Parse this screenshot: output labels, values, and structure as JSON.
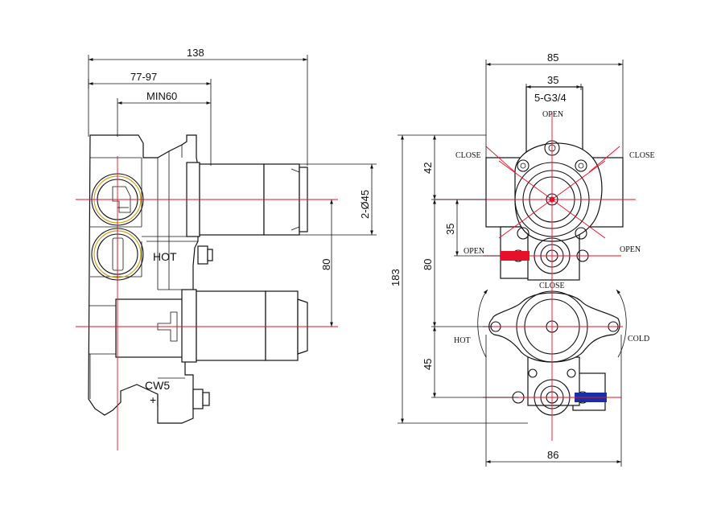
{
  "side_view": {
    "dimensions": {
      "overall_depth": "138",
      "adjust_range": "77-97",
      "min_depth": "MIN60",
      "shaft_diameter": "2-Ø45",
      "spindle_spacing": "80"
    },
    "labels": {
      "hot": "HOT",
      "check_valve": "CW5",
      "check_valve_symbol": "+|"
    }
  },
  "front_view": {
    "dimensions": {
      "top_width": "85",
      "port_spacing": "35",
      "port_thread": "5-G3/4",
      "height_top": "42",
      "height_mid": "35",
      "spacing_mid": "80",
      "overall_height": "183",
      "height_bottom": "45",
      "bottom_width": "86"
    },
    "labels": {
      "open_top": "OPEN",
      "close_left": "CLOSE",
      "close_right": "CLOSE",
      "open_left": "OPEN",
      "open_right": "OPEN",
      "close_mid": "CLOSE",
      "hot": "HOT",
      "cold": "COLD"
    }
  },
  "colors": {
    "centerline": "#e6102a",
    "hot_indicator": "#e6102a",
    "cold_indicator": "#1a2ea8",
    "gold_ring": "#c9a227"
  }
}
